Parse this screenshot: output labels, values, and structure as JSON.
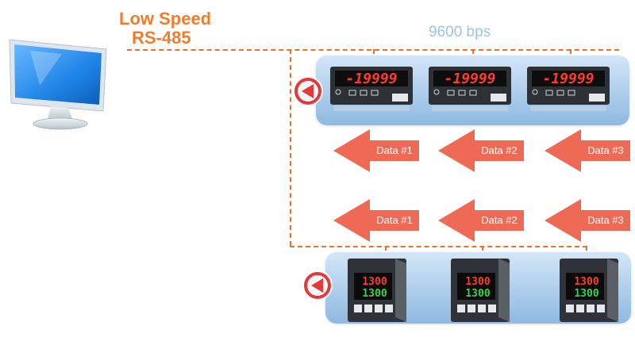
{
  "header": {
    "title_line1": "Low Speed",
    "title_line2": "RS-485",
    "baud_rate": "9600 bps"
  },
  "arrows": {
    "row1": [
      "Data #1",
      "Data #2",
      "Data #3"
    ],
    "row2": [
      "Data #1",
      "Data #2",
      "Data #3"
    ]
  },
  "colors": {
    "accent_orange": "#f07d2e",
    "baud_blue": "#9dc3e3",
    "arrow_salmon": "#ef6a55",
    "panel_blue": "#a9cbeb"
  },
  "icons": {
    "computer": "computer-monitor-icon",
    "panel_meter": "panel-meter-icon",
    "temperature_controller": "temperature-controller-icon",
    "play_back": "reverse-play-icon"
  }
}
